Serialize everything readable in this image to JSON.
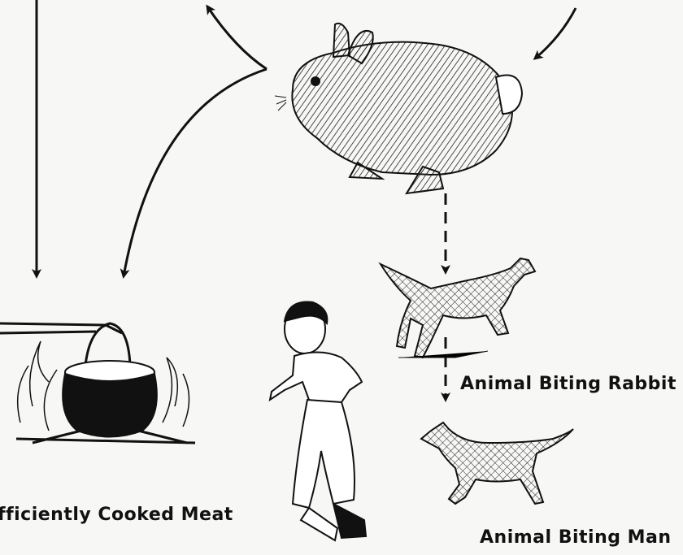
{
  "captions": {
    "animal_biting_rabbit": "Animal Biting Rabbit",
    "animal_biting_man": "Animal Biting Man",
    "cooked_meat": "fficiently Cooked Meat"
  },
  "colors": {
    "ink": "#111111",
    "paper": "#f7f7f5"
  }
}
